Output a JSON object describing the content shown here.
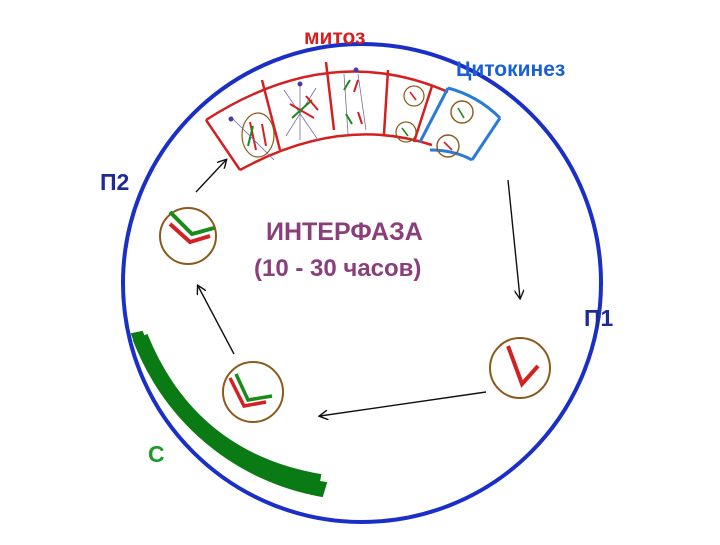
{
  "labels": {
    "mitosis": "митоз",
    "cytokinesis": "Цитокинез",
    "interphase_title": "ИНТЕРФАЗА",
    "interphase_duration": "(10 - 30 часов)",
    "g1": "П1",
    "g2": "П2",
    "s": "С"
  },
  "colors": {
    "cycle_ring": "#1a2ec8",
    "mitosis_label": "#d42020",
    "mitosis_frame": "#d42020",
    "cytokinesis_label": "#1a5fd4",
    "cytokinesis_frame": "#2a7ad8",
    "interphase_text": "#8a3f7a",
    "phase_labels": "#1e2a96",
    "s_label": "#1d9a2a",
    "s_arc": "#0a7a14",
    "cell_outline": "#8b5a1a",
    "chromosome_red": "#d42020",
    "chromosome_green": "#1a8a1a",
    "arrow": "#111111"
  },
  "icons": [
    "cell-g1-icon",
    "cell-s-icon",
    "cell-g2-icon",
    "mitosis-stage-icon",
    "cytokinesis-stage-icon"
  ]
}
